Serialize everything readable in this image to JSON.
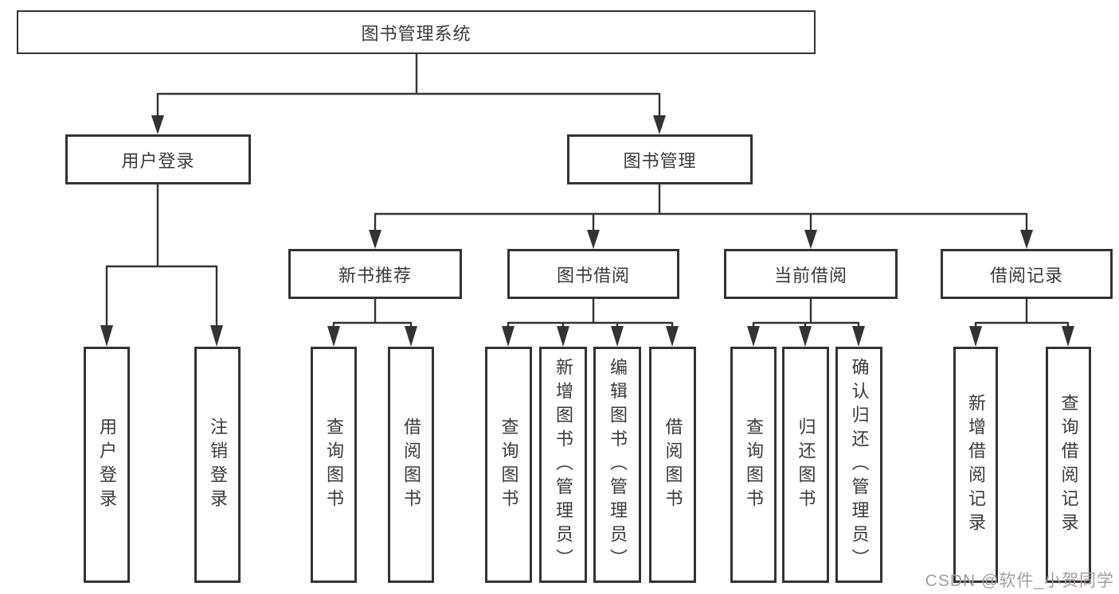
{
  "tree": {
    "root": {
      "label": "图书管理系统"
    },
    "branches": [
      {
        "label": "用户登录",
        "children": [
          {
            "label": "用户登录"
          },
          {
            "label": "注销登录"
          }
        ]
      },
      {
        "label": "图书管理",
        "children": [
          {
            "label": "新书推荐",
            "children": [
              {
                "label": "查询图书"
              },
              {
                "label": "借阅图书"
              }
            ]
          },
          {
            "label": "图书借阅",
            "children": [
              {
                "label": "查询图书"
              },
              {
                "label": "新增图书（管理员）"
              },
              {
                "label": "编辑图书（管理员）"
              },
              {
                "label": "借阅图书"
              }
            ]
          },
          {
            "label": "当前借阅",
            "children": [
              {
                "label": "查询图书"
              },
              {
                "label": "归还图书"
              },
              {
                "label": "确认归还（管理员）"
              }
            ]
          },
          {
            "label": "借阅记录",
            "children": [
              {
                "label": "新增借阅记录"
              },
              {
                "label": "查询借阅记录"
              }
            ]
          }
        ]
      }
    ]
  },
  "watermark": {
    "text": "CSDN @软件_小贺同学"
  },
  "colors": {
    "line": "#333333",
    "box_border": "#333333",
    "box_fill": "#ffffff",
    "text": "#3a3a3a",
    "watermark": "#a89b9b",
    "background": "#ffffff"
  }
}
